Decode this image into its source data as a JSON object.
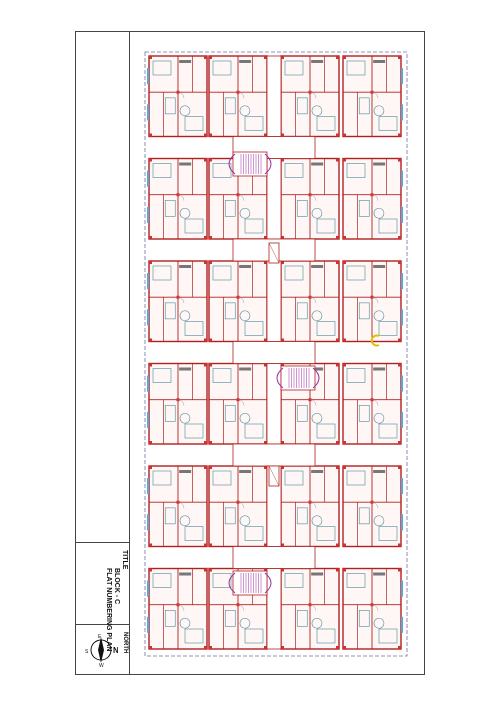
{
  "title_block": {
    "title_label": "TITLE",
    "block_name": "BLOCK - C",
    "plan_name": "FLAT NUMBERING PLAN",
    "north_label": "NORTH",
    "compass_letters": {
      "n": "N",
      "e": "E",
      "s": "S",
      "w": "W"
    }
  },
  "plan": {
    "unit_rows": 6,
    "units_per_row": 4,
    "wall_color": "#b02020",
    "accent_red": "#d43030",
    "furniture_color": "#4a8a9a",
    "stair_color": "#9a2aa0",
    "glazing_color": "#5aa6d6",
    "boundary_color": "#7070a0",
    "highlight_color": "#e0c000"
  }
}
